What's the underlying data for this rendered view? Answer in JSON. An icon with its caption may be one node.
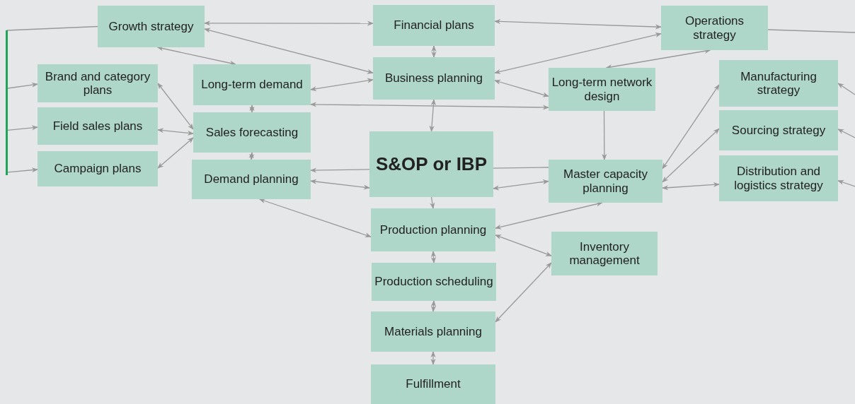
{
  "diagram": {
    "nodes": [
      {
        "text": [
          "Growth strategy"
        ]
      },
      {
        "text": [
          "Financial plans"
        ]
      },
      {
        "text": [
          "Operations strategy"
        ]
      },
      {
        "text": [
          "Brand and category plans"
        ]
      },
      {
        "text": [
          "Long-term demand"
        ]
      },
      {
        "text": [
          "Business planning"
        ]
      },
      {
        "text": [
          "Long-term network design"
        ]
      },
      {
        "text": [
          "Manufacturing strategy"
        ]
      },
      {
        "text": [
          "Field sales plans"
        ]
      },
      {
        "text": [
          "Sales forecasting"
        ]
      },
      {
        "text": [
          "Sourcing strategy"
        ]
      },
      {
        "text": [
          "S&OP or IBP"
        ]
      },
      {
        "text": [
          "Demand planning"
        ]
      },
      {
        "text": [
          "Master capacity planning"
        ]
      },
      {
        "text": [
          "Distribution and logistics strategy"
        ]
      },
      {
        "text": [
          "Campaign plans"
        ]
      },
      {
        "text": [
          "Production planning"
        ]
      },
      {
        "text": [
          "Inventory management"
        ]
      },
      {
        "text": [
          "Production scheduling"
        ]
      },
      {
        "text": [
          "Materials planning"
        ]
      },
      {
        "text": [
          "Fulfillment"
        ]
      },
      {
        "text": [],
        "shape": "bar"
      }
    ],
    "edges": [
      {
        "from": 0,
        "to": 1,
        "arrow": "both"
      },
      {
        "from": 0,
        "to": 5,
        "arrow": "both"
      },
      {
        "from": 0,
        "to": 4,
        "arrow": "both"
      },
      {
        "from": 0,
        "to": 21,
        "arrow": "none"
      },
      {
        "from": 21,
        "to": 3,
        "arrow": "to"
      },
      {
        "from": 21,
        "to": 8,
        "arrow": "to"
      },
      {
        "from": 21,
        "to": 15,
        "arrow": "to"
      },
      {
        "from": 1,
        "to": 5,
        "arrow": "both"
      },
      {
        "from": 1,
        "to": 2,
        "arrow": "both"
      },
      {
        "from": 2,
        "to": 5,
        "arrow": "both"
      },
      {
        "from": 2,
        "to": 6,
        "arrow": "both"
      },
      {
        "from": 2,
        "to": null,
        "arrow": "none"
      },
      {
        "from": 4,
        "to": 5,
        "arrow": "both"
      },
      {
        "from": 4,
        "to": 6,
        "arrow": "both"
      },
      {
        "from": 5,
        "to": 6,
        "arrow": "both"
      },
      {
        "from": 5,
        "to": 11,
        "arrow": "both"
      },
      {
        "from": 4,
        "to": 9,
        "arrow": "both"
      },
      {
        "from": 9,
        "to": 12,
        "arrow": "both"
      },
      {
        "from": 3,
        "to": 9,
        "arrow": "both"
      },
      {
        "from": 8,
        "to": 9,
        "arrow": "both"
      },
      {
        "from": 15,
        "to": 9,
        "arrow": "both"
      },
      {
        "from": 11,
        "to": 12,
        "arrow": "to"
      },
      {
        "from": 12,
        "to": 11,
        "arrow": "both"
      },
      {
        "from": 11,
        "to": 13,
        "arrow": "none"
      },
      {
        "from": 11,
        "to": 13,
        "arrow": "both"
      },
      {
        "from": 6,
        "to": 13,
        "arrow": "to"
      },
      {
        "from": 13,
        "to": 7,
        "arrow": "both"
      },
      {
        "from": 13,
        "to": 10,
        "arrow": "both"
      },
      {
        "from": 13,
        "to": 14,
        "arrow": "both"
      },
      {
        "from": null,
        "to": 7,
        "arrow": "to"
      },
      {
        "from": null,
        "to": 10,
        "arrow": "to"
      },
      {
        "from": null,
        "to": 14,
        "arrow": "to"
      },
      {
        "from": 11,
        "to": 16,
        "arrow": "to"
      },
      {
        "from": 12,
        "to": 16,
        "arrow": "both"
      },
      {
        "from": 16,
        "to": 13,
        "arrow": "both"
      },
      {
        "from": 16,
        "to": 17,
        "arrow": "both"
      },
      {
        "from": 16,
        "to": 18,
        "arrow": "both"
      },
      {
        "from": 18,
        "to": 19,
        "arrow": "both"
      },
      {
        "from": 19,
        "to": 20,
        "arrow": "both"
      },
      {
        "from": 19,
        "to": 17,
        "arrow": "both"
      }
    ]
  }
}
